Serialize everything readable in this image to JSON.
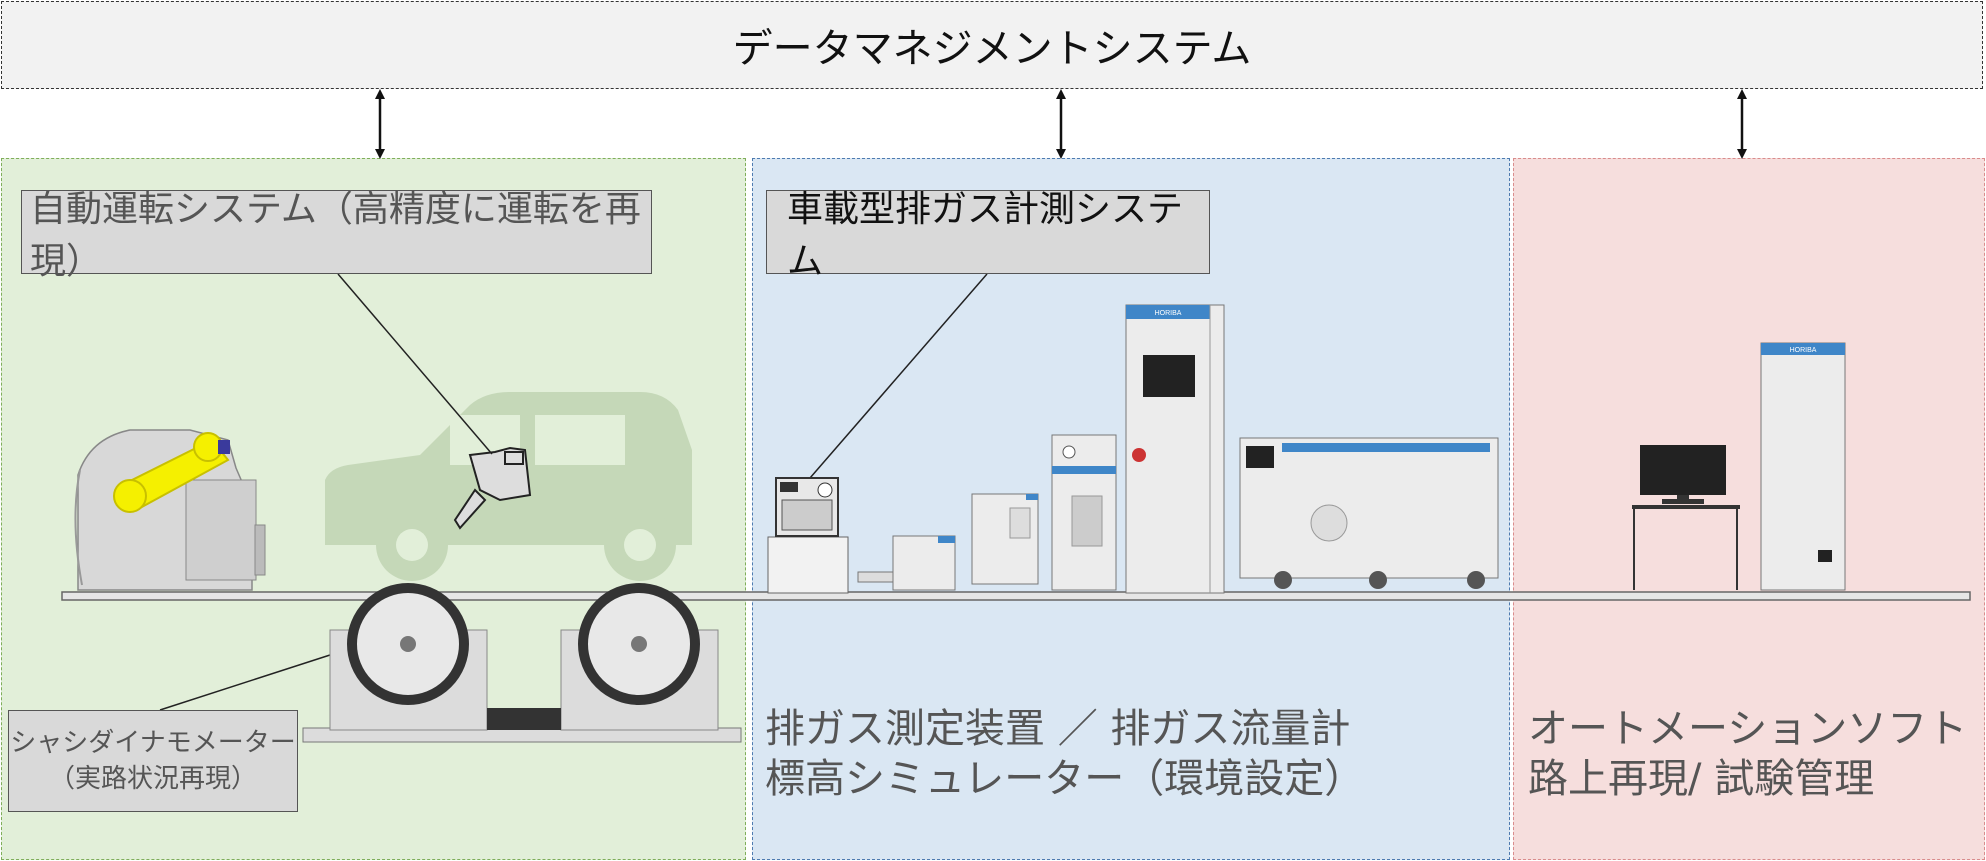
{
  "top_bar": {
    "label": "データマネジメントシステム"
  },
  "zones": {
    "autonomous": {
      "callout": "自動運転システム（高精度に運転を再現）",
      "chassis_callout_line1": "シャシダイナモメーター",
      "chassis_callout_line2": "（実路状況再現）"
    },
    "emissions": {
      "callout": "車載型排ガス計測システム",
      "bottom_line1": "排ガス測定装置 ／ 排ガス流量計",
      "bottom_line2": "標高シミュレーター（環境設定）",
      "brand_label": "HORIBA"
    },
    "automation": {
      "bottom_line1": "オートメーションソフト",
      "bottom_line2": "路上再現/ 試験管理",
      "brand_label": "HORIBA"
    }
  },
  "colors": {
    "zone_green": "#e2efd9",
    "zone_blue": "#dae7f3",
    "zone_pink": "#f6dedd",
    "brand_blue": "#3f86c8",
    "robot_yellow": "#f5f000"
  }
}
